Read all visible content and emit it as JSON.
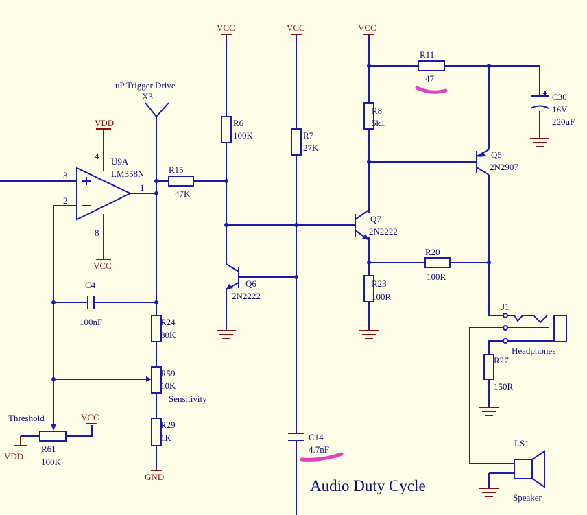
{
  "title": "Audio Duty Cycle",
  "power": {
    "vcc": "VCC",
    "vdd": "VDD",
    "gnd": "GND"
  },
  "trigger": {
    "label": "uP Trigger Drive",
    "ref": "X3"
  },
  "opamp": {
    "ref": "U9A",
    "part": "LM358N",
    "pin_in_pos": "3",
    "pin_in_neg": "2",
    "pin_out": "1",
    "pin_vdd": "4",
    "pin_vcc": "8"
  },
  "resistors": {
    "r15": {
      "ref": "R15",
      "value": "47K"
    },
    "r6": {
      "ref": "R6",
      "value": "100K"
    },
    "r7": {
      "ref": "R7",
      "value": "27K"
    },
    "r8": {
      "ref": "R8",
      "value": "5k1"
    },
    "r11": {
      "ref": "R11",
      "value": "47"
    },
    "r20": {
      "ref": "R20",
      "value": "100R"
    },
    "r23": {
      "ref": "R23",
      "value": "100R"
    },
    "r24": {
      "ref": "R24",
      "value": "80K"
    },
    "r59": {
      "ref": "R59",
      "value": "10K",
      "name": "Sensitivity"
    },
    "r29": {
      "ref": "R29",
      "value": "1K"
    },
    "r61": {
      "ref": "R61",
      "value": "100K",
      "name": "Threshold"
    },
    "r27": {
      "ref": "R27",
      "value": "150R"
    }
  },
  "capacitors": {
    "c4": {
      "ref": "C4",
      "value": "100nF"
    },
    "c14": {
      "ref": "C14",
      "value": "4.7nF"
    },
    "c30": {
      "ref": "C30",
      "voltage": "16V",
      "value": "220uF"
    }
  },
  "transistors": {
    "q5": {
      "ref": "Q5",
      "part": "2N2907"
    },
    "q6": {
      "ref": "Q6",
      "part": "2N2222"
    },
    "q7": {
      "ref": "Q7",
      "part": "2N2222"
    }
  },
  "connectors": {
    "j1": {
      "ref": "J1",
      "name": "Headphones"
    },
    "ls1": {
      "ref": "LS1",
      "name": "Speaker"
    }
  },
  "colors": {
    "wire": "#1a1ab0",
    "power": "#8a1010",
    "highlight": "#e040c0",
    "background": "#fdfde8"
  }
}
